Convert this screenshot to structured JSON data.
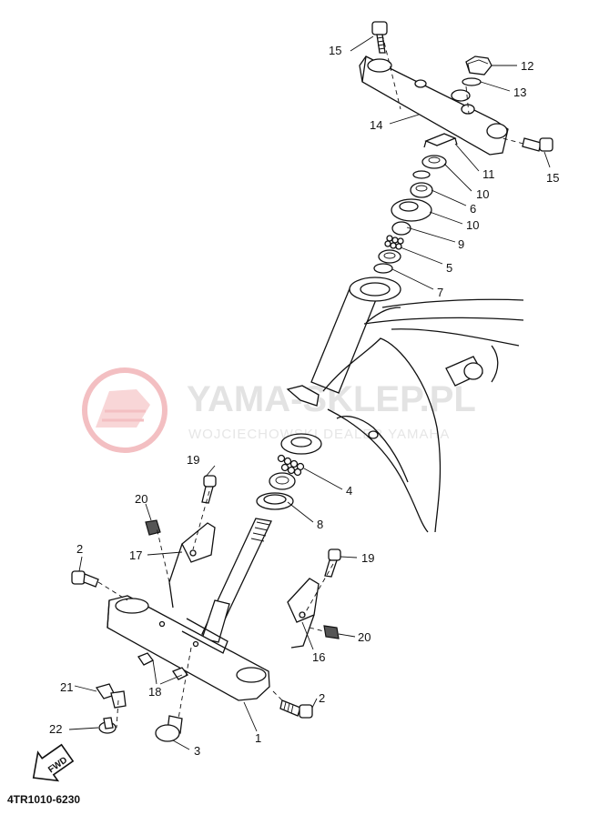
{
  "watermark": {
    "main": "YAMA-SKLEP.PL",
    "sub": "WOJCIECHOWSKI DEALER YAMAHA",
    "logo_color": "#f2b5b8"
  },
  "diagram_code": "4TR1010-6230",
  "fwd_label": "FWD",
  "callouts": {
    "c15a": "15",
    "c12": "12",
    "c13": "13",
    "c14": "14",
    "c15b": "15",
    "c11": "11",
    "c10a": "10",
    "c6": "6",
    "c10b": "10",
    "c9": "9",
    "c5": "5",
    "c7": "7",
    "c4": "4",
    "c8": "8",
    "c19a": "19",
    "c20a": "20",
    "c17": "17",
    "c2a": "2",
    "c19b": "19",
    "c20b": "20",
    "c16": "16",
    "c18": "18",
    "c21": "21",
    "c2b": "2",
    "c1": "1",
    "c22": "22",
    "c3": "3"
  }
}
